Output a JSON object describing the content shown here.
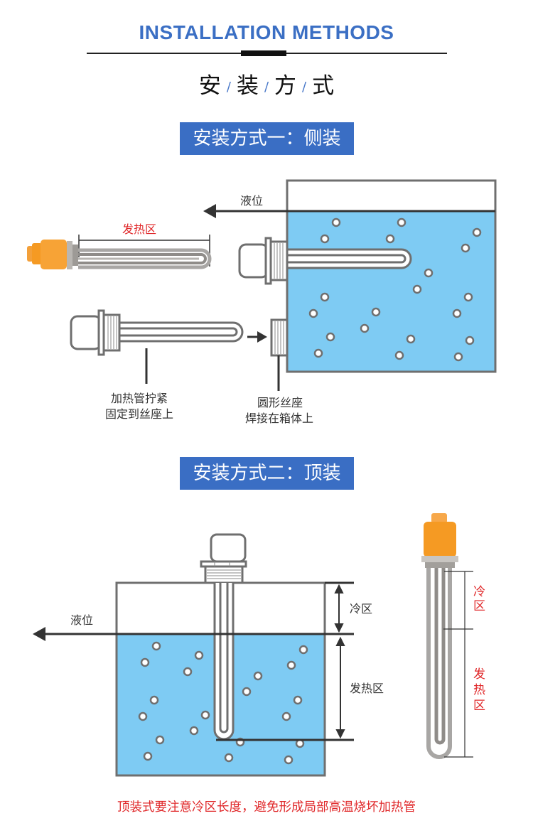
{
  "header": {
    "title_en": "INSTALLATION METHODS",
    "title_cn_chars": [
      "安",
      "装",
      "方",
      "式"
    ],
    "separator": "/"
  },
  "method1": {
    "banner": "安装方式一：侧装",
    "liquid_level_label": "液位",
    "heating_zone_label": "发热区",
    "tighten_label_line1": "加热管拧紧",
    "tighten_label_line2": "固定到丝座上",
    "seat_label_line1": "圆形丝座",
    "seat_label_line2": "焊接在箱体上"
  },
  "method2": {
    "banner": "安装方式二：顶装",
    "liquid_level_label": "液位",
    "cold_zone_label": "冷区",
    "heating_zone_label": "发热区",
    "photo_cold_zone_label": "冷区",
    "photo_heating_zone_label": "发热区"
  },
  "note": "顶装式要注意冷区长度，避免形成局部高温烧坏加热管",
  "colors": {
    "accent_blue": "#3a6ec4",
    "water": "#7ecbf3",
    "outline": "#6f6f6f",
    "warning_red": "#e0282a",
    "cap_orange": "#f59a23"
  }
}
